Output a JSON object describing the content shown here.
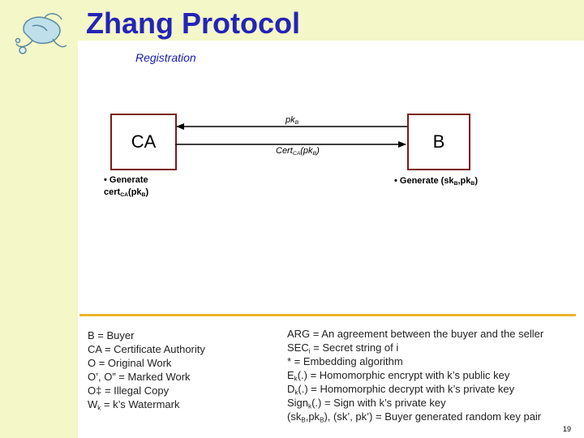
{
  "slide": {
    "title": "Zhang Protocol",
    "subtitle": "Registration",
    "page_number": "19"
  },
  "diagram": {
    "nodes": {
      "ca": "CA",
      "b": "B"
    },
    "arrows": {
      "top": {
        "main": "pk",
        "sub": "B"
      },
      "bottom": {
        "main": "Cert",
        "sub1": "CA",
        "mid": "(pk",
        "sub2": "B",
        "end": ")"
      }
    },
    "steps": {
      "ca": {
        "line1": "• Generate",
        "line2_main": "cert",
        "line2_sub1": "CA",
        "line2_mid": "(pk",
        "line2_sub2": "B",
        "line2_end": ")"
      },
      "b": {
        "main": "• Generate (sk",
        "sub1": "B",
        "mid": ",pk",
        "sub2": "B",
        "end": ")"
      }
    }
  },
  "legend_left": {
    "line1": "B = Buyer",
    "line2": "CA = Certificate Authority",
    "line3": "O = Original Work",
    "line4": "O’, O” = Marked Work",
    "line5": "O‡ = Illegal Copy",
    "line6_main": "W",
    "line6_sub": "k",
    "line6_end": " = k’s Watermark"
  },
  "legend_right": {
    "line1": "ARG = An agreement between the buyer and the seller",
    "line2_main": "SEC",
    "line2_sub": "i",
    "line2_end": " = Secret string of i",
    "line3": "* = Embedding algorithm",
    "line4_main": "E",
    "line4_sub": "k",
    "line4_end": "(.) = Homomorphic encrypt with k’s public key",
    "line5_main": "D",
    "line5_sub": "k",
    "line5_end": "(.) = Homomorphic decrypt with k’s private key",
    "line6_main": "Sign",
    "line6_sub": "k",
    "line6_end": "(.) = Sign with k’s private key",
    "line7_a": "(sk",
    "line7_sub1": "B",
    "line7_b": ",pk",
    "line7_sub2": "B",
    "line7_c": "), (sk’, pk’) = Buyer generated random key pair"
  },
  "colors": {
    "accent_band": "#f4f7c7",
    "title": "#2424b8",
    "box_border": "#7a1a1a",
    "divider": "#f0b428"
  },
  "icons": {
    "logo": "seal-logo-icon"
  }
}
